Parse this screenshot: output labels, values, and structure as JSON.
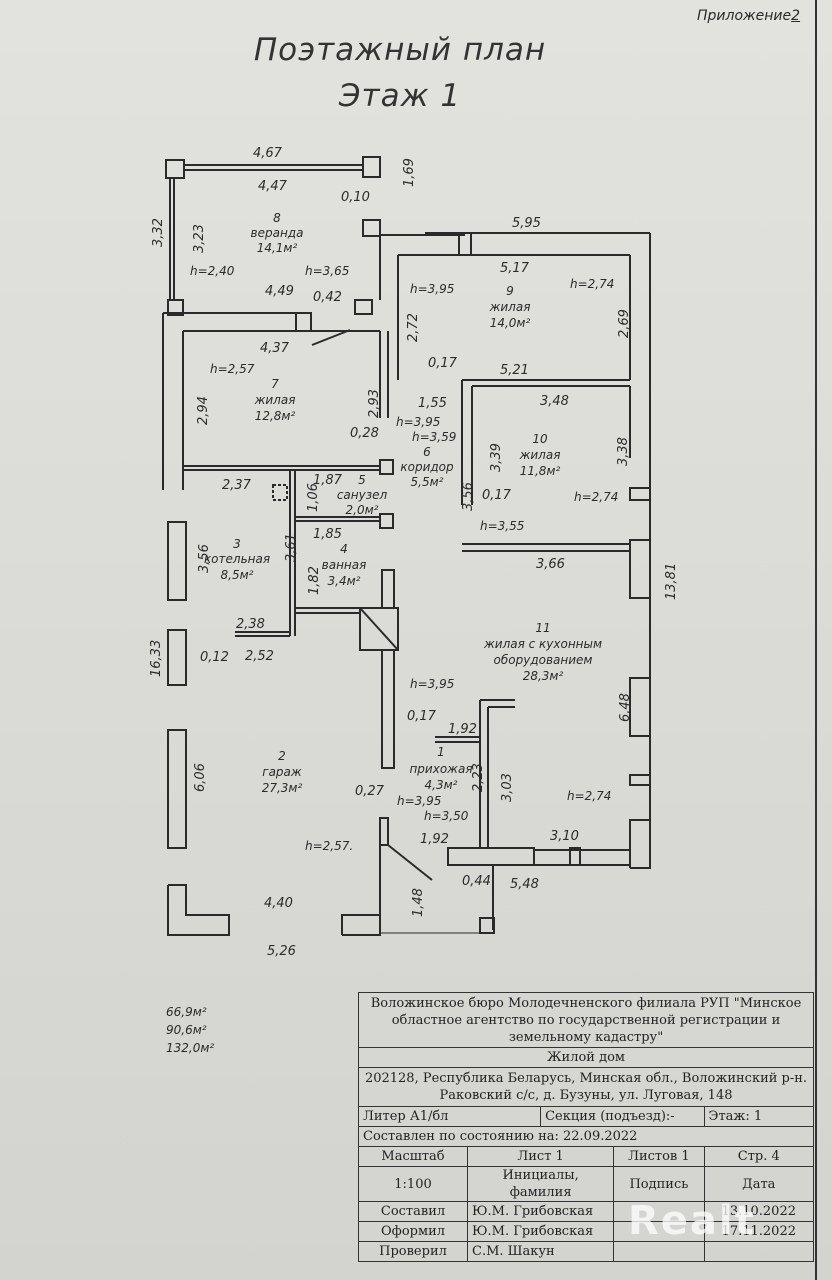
{
  "appendix": {
    "prefix": "Приложение",
    "number": "2"
  },
  "title": "Поэтажный план",
  "subtitle": "Этаж 1",
  "rooms": [
    {
      "no": "8",
      "name": "веранда",
      "area": "14,1м²"
    },
    {
      "no": "9",
      "name": "жилая",
      "area": "14,0м²"
    },
    {
      "no": "7",
      "name": "жилая",
      "area": "12,8м²"
    },
    {
      "no": "6",
      "name": "коридор",
      "area": "5,5м²"
    },
    {
      "no": "10",
      "name": "жилая",
      "area": "11,8м²"
    },
    {
      "no": "5",
      "name": "санузел",
      "area": "2,0м²"
    },
    {
      "no": "3",
      "name": "котельная",
      "area": "8,5м²"
    },
    {
      "no": "4",
      "name": "ванная",
      "area": "3,4м²"
    },
    {
      "no": "11",
      "name": "жилая с кухонным",
      "name2": "оборудованием",
      "area": "28,3м²"
    },
    {
      "no": "2",
      "name": "гараж",
      "area": "27,3м²"
    },
    {
      "no": "1",
      "name": "прихожая",
      "area": "4,3м²"
    }
  ],
  "dimensions": {
    "d467": "4,67",
    "d447": "4,47",
    "d010": "0,10",
    "d169": "1,69",
    "d332": "3,32",
    "d323": "3,23",
    "h240": "h=2,40",
    "h365": "h=3,65",
    "d449": "4,49",
    "d042": "0,42",
    "d595": "5,95",
    "d517": "5,17",
    "h395a": "h=3,95",
    "h274a": "h=2,74",
    "d272": "2,72",
    "d269": "2,69",
    "d437": "4,37",
    "h257a": "h=2,57",
    "d294": "2,94",
    "d293": "2,93",
    "d017a": "0,17",
    "d521": "5,21",
    "d155": "1,55",
    "d028": "0,28",
    "h395b": "h=3,95",
    "h359": "h=3,59",
    "d348": "3,48",
    "d339": "3,39",
    "d338": "3,38",
    "d356a": "3,56",
    "d017b": "0,17",
    "h274b": "h=2,74",
    "h355": "h=3,55",
    "d237": "2,37",
    "d187": "1,87",
    "d106": "1,06",
    "d185": "1,85",
    "d356b": "3,56",
    "d361": "3,61",
    "d182": "1,82",
    "d366": "3,66",
    "d1381": "13,81",
    "d238": "2,38",
    "d252": "2,52",
    "d012": "0,12",
    "d1633": "16,33",
    "h395c": "h=3,95",
    "d017c": "0,17",
    "d192a": "1,92",
    "d648": "6,48",
    "d606": "6,06",
    "d027": "0,27",
    "h395d": "h=3,95",
    "h350": "h=3,50",
    "d223": "2,23",
    "d303": "3,03",
    "h274c": "h=2,74",
    "h257b": "h=2,57.",
    "d192b": "1,92",
    "d310": "3,10",
    "d044": "0,44",
    "d548": "5,48",
    "d148": "1,48",
    "d440": "4,40",
    "d526": "5,26"
  },
  "totals": [
    "66,9м²",
    "90,6м²",
    "132,0м²"
  ],
  "stamp": {
    "org": "Воложинское бюро Молодечненского филиала РУП \"Минское областное  агентство  по государственной регистрации и земельному кадастру\"",
    "object": "Жилой дом",
    "address": "202128, Республика Беларусь, Минская обл., Воложинский р-н. Раковский с/с, д. Бузуны, ул. Луговая, 148",
    "liter": "Литер А1/бл",
    "section": "Секция (подъезд):-",
    "floor": "Этаж: 1",
    "as_of": "Составлен по состоянию на: 22.09.2022",
    "scale_label": "Масштаб",
    "sheet_label": "Лист     1",
    "sheets_label": "Листов   1",
    "page_label": "Стр.   4",
    "scale_value": "1:100",
    "initials_label": "Инициалы, фамилия",
    "signature_label": "Подпись",
    "date_label": "Дата",
    "rows": [
      {
        "role": "Составил",
        "name": "Ю.М. Грибовская",
        "date": "13.10.2022"
      },
      {
        "role": "Оформил",
        "name": "Ю.М. Грибовская",
        "date": "17.11.2022"
      },
      {
        "role": "Проверил",
        "name": "С.М. Шакун",
        "date": ""
      }
    ]
  },
  "watermark": "Realt"
}
